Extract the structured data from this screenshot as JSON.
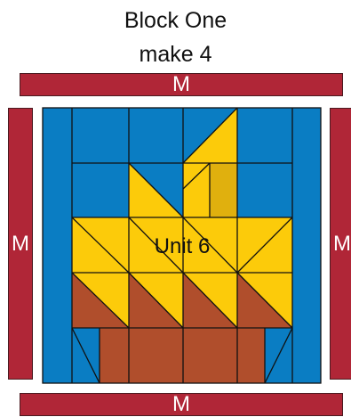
{
  "title": {
    "line1": "Block One",
    "line2": "make 4"
  },
  "unit_label": "Unit 6",
  "border_strips": {
    "top": "M",
    "bottom": "M",
    "left": "M",
    "right": "M"
  },
  "colors": {
    "background_blue": "#0a7dc3",
    "yellow": "#fccb0a",
    "dark_yellow": "#e0b00e",
    "brown": "#b04e2c",
    "strip_red": "#b02637",
    "outline": "#111111"
  }
}
